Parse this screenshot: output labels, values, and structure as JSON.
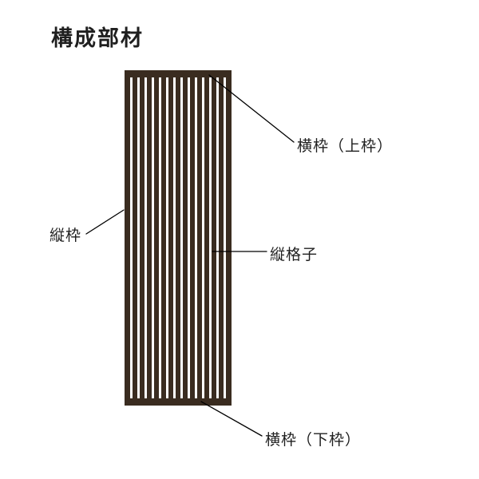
{
  "title": "構成部材",
  "panel": {
    "slat_count": 15
  },
  "labels": {
    "top_frame": "横枠（上枠）",
    "left_frame": "縦枠",
    "lattice": "縦格子",
    "bottom_frame": "横枠（下枠）"
  },
  "colors": {
    "wood": "#3a2c20",
    "line": "#000000",
    "text": "#1f1f1f",
    "background": "#ffffff"
  }
}
